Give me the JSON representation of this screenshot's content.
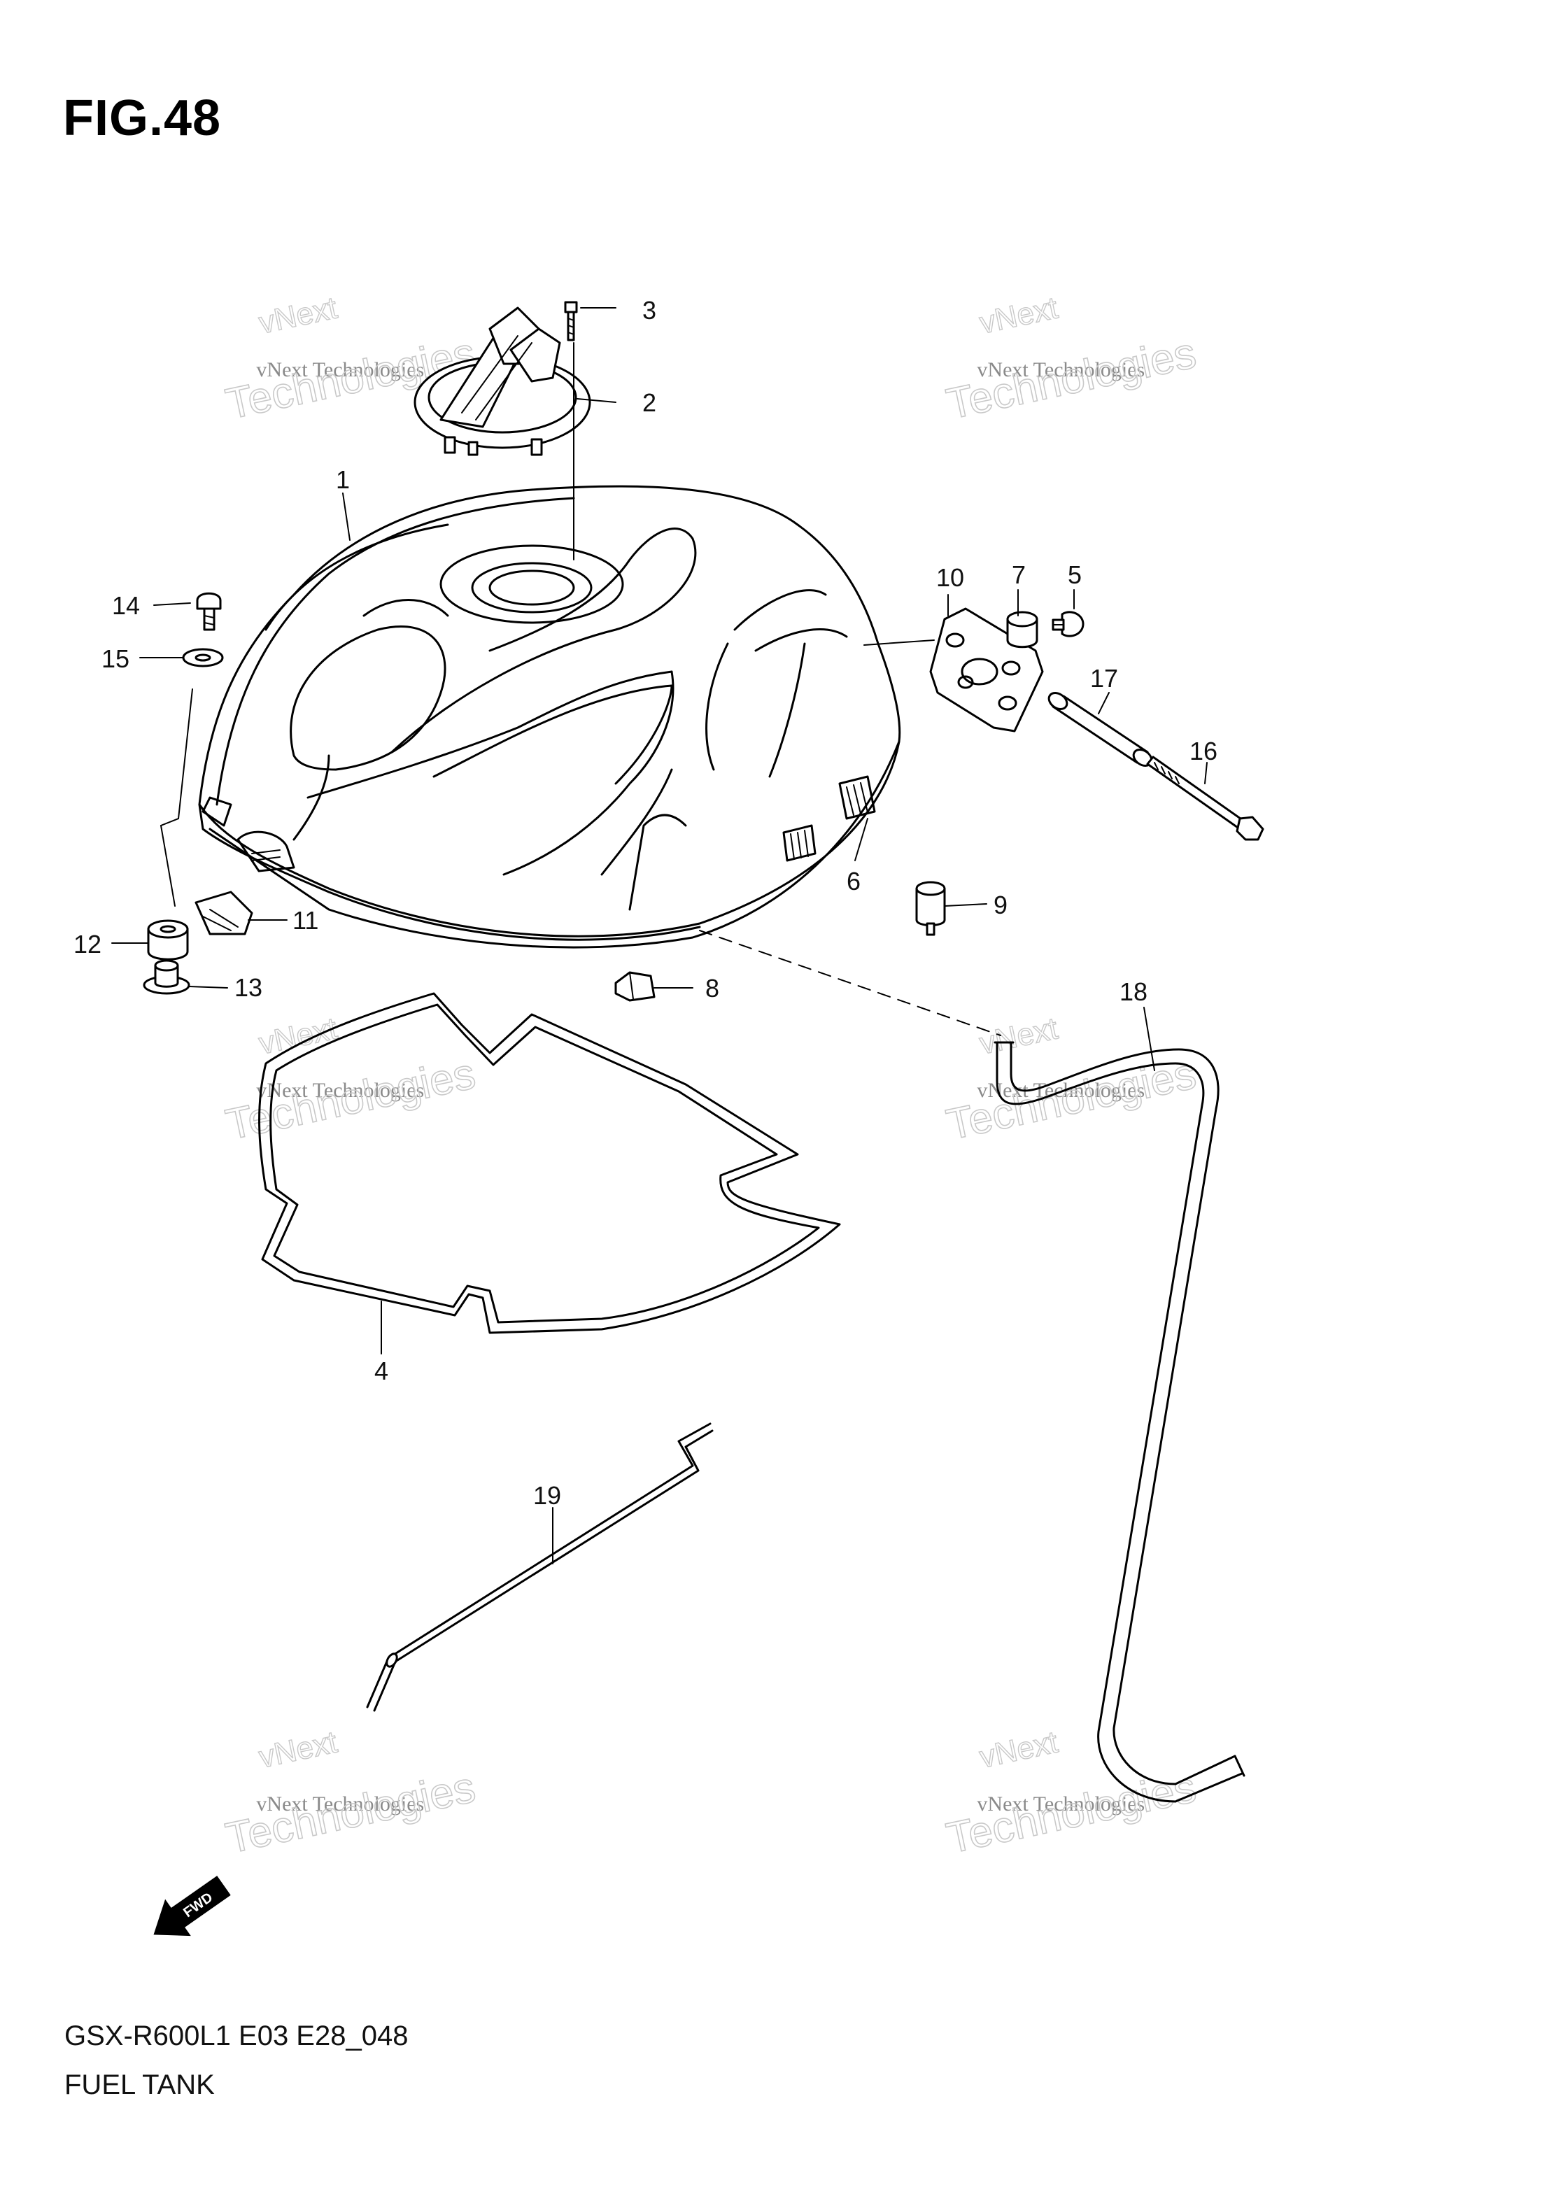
{
  "figure": {
    "title": "FIG.48"
  },
  "footer": {
    "model_code": "GSX-R600L1 E03 E28_048",
    "section_name": "FUEL TANK"
  },
  "watermark": {
    "line1": "vNext",
    "line2": "vNext Technologies",
    "line3": "Technologies"
  },
  "direction": {
    "label": "FWD"
  },
  "callouts": [
    "1",
    "2",
    "3",
    "4",
    "5",
    "6",
    "7",
    "8",
    "9",
    "10",
    "11",
    "12",
    "13",
    "14",
    "15",
    "16",
    "17",
    "18",
    "19"
  ]
}
